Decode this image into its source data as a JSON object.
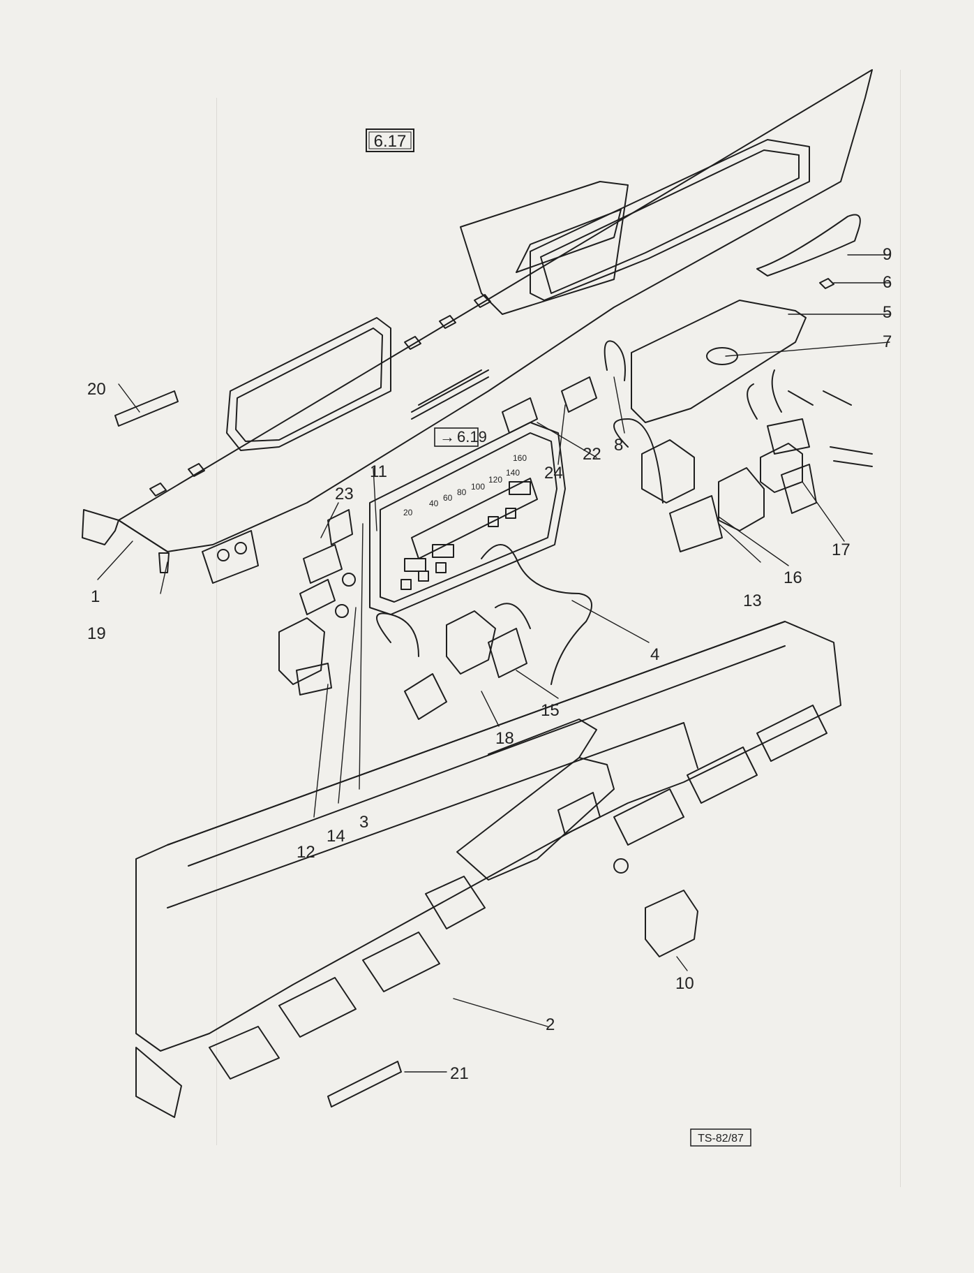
{
  "figure": {
    "ref_main": "6.17",
    "ref_cluster": "6.19",
    "drawing_code": "TS-82/87",
    "speedo_scale": [
      "20",
      "40",
      "60",
      "80",
      "100",
      "120",
      "140",
      "160"
    ]
  },
  "callouts": [
    "1",
    "2",
    "3",
    "4",
    "5",
    "6",
    "7",
    "8",
    "9",
    "10",
    "11",
    "12",
    "13",
    "14",
    "15",
    "16",
    "17",
    "18",
    "19",
    "20",
    "21",
    "22",
    "23",
    "24"
  ]
}
